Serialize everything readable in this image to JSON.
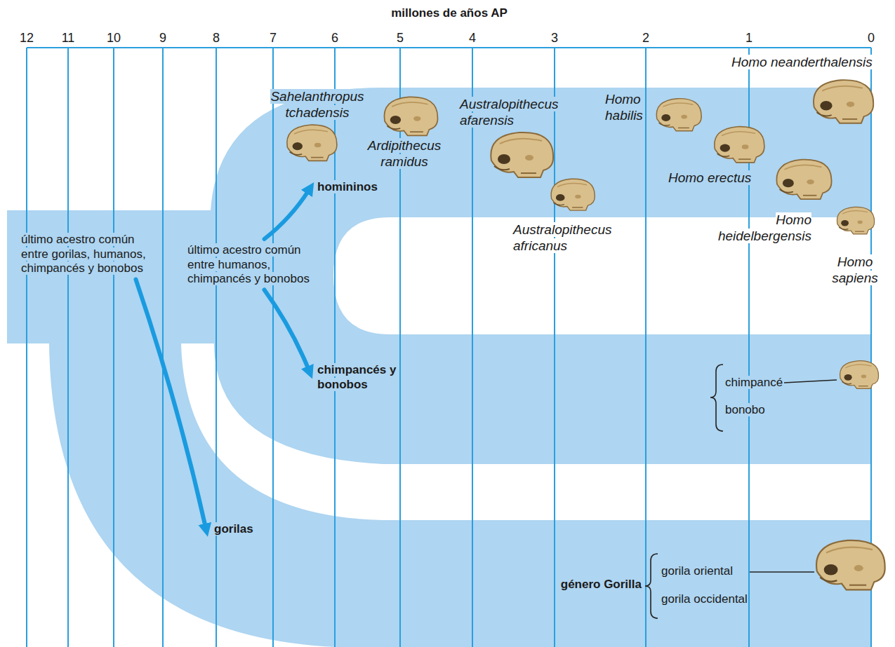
{
  "diagram": {
    "title": "millones de años AP",
    "nodes": [
      {
        "text": [
          "último acestro común entre gorilas, humanos, chimpancés y bonobos"
        ]
      },
      {
        "text": [
          "último acestro común entre humanos, chimpancés y bonobos"
        ]
      },
      {
        "text": [
          "homininos"
        ]
      },
      {
        "text": [
          "chimpancés y bonobos"
        ]
      },
      {
        "text": [
          "gorilas"
        ]
      }
    ],
    "edges": [
      {
        "from": 1,
        "to": 2,
        "arrow": "to"
      },
      {
        "from": 1,
        "to": 3,
        "arrow": "to"
      },
      {
        "from": 0,
        "to": 4,
        "arrow": "to"
      }
    ],
    "labels": [
      "12",
      "11",
      "10",
      "9",
      "8",
      "7",
      "6",
      "5",
      "4",
      "3",
      "2",
      "1",
      "0",
      "Sahelanthropus tchadensis",
      "Ardipithecus ramidus",
      "Australopithecus afarensis",
      "Homo neanderthalensis",
      "Homo habilis",
      "Homo erectus",
      "Homo heidelbergensis",
      "Australopithecus africanus",
      "Homo sapiens",
      "chimpancé",
      "bonobo",
      "género Gorilla",
      "gorila oriental",
      "gorila occidental"
    ]
  }
}
